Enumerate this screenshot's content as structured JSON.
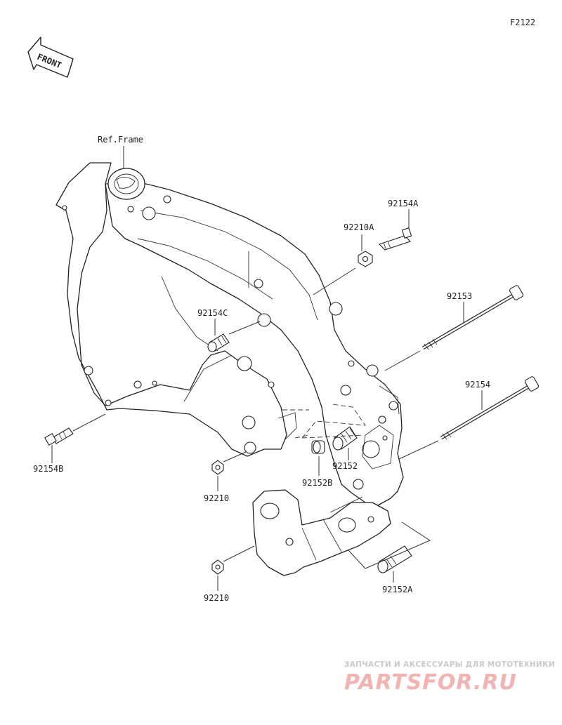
{
  "figure_code": "F2122",
  "front_arrow_label": "FRONT",
  "reference_label": "Ref.Frame",
  "parts": {
    "p92154A": "92154A",
    "p92210A": "92210A",
    "p92153": "92153",
    "p92154C": "92154C",
    "p92154": "92154",
    "p92152": "92152",
    "p92152B": "92152B",
    "p92154B": "92154B",
    "p92210_upper": "92210",
    "p92210_lower": "92210",
    "p92152A": "92152A"
  },
  "watermark": {
    "tagline": "ЗАПЧАСТИ И АКСЕССУАРЫ ДЛЯ МОТОТЕХНИКИ",
    "brand": "PARTSFOR.RU"
  }
}
